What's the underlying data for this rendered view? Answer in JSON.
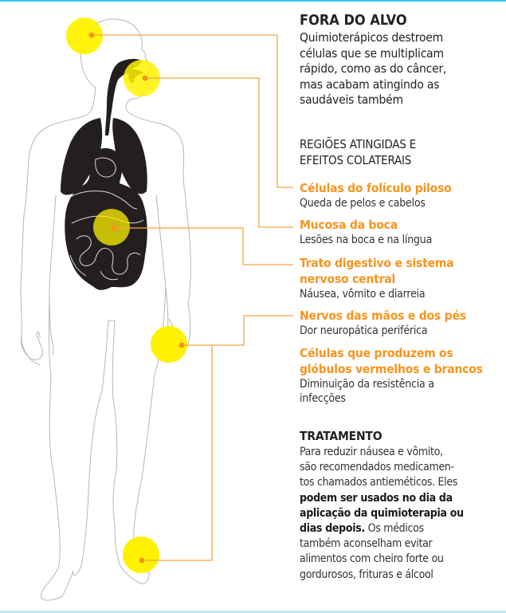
{
  "title": "FORA DO ALVO",
  "intro": "Quimioterápicos destroem células que se multiplicam rápido, como as do câncer, mas acabam atingindo as saudáveis também",
  "intro_lines": [
    "Quimioterápicos destroem",
    "células que se multiplicam",
    "rápido, como as do câncer,",
    "mas acabam atingindo as",
    "saudáveis também"
  ],
  "regions_heading": [
    "REGIÕES ATINGIDAS E",
    "EFEITOS COLATERAIS"
  ],
  "regions": [
    {
      "title": [
        "Células do folículo piloso"
      ],
      "desc": [
        "Queda de pelos e cabelos"
      ],
      "marker": "head"
    },
    {
      "title": [
        "Mucosa da boca"
      ],
      "desc": [
        "Lesões na boca e na língua"
      ],
      "marker": "mouth"
    },
    {
      "title": [
        "Trato digestivo e sistema",
        "nervoso central"
      ],
      "desc": [
        "Náusea, vômito e diarreia"
      ],
      "marker": "abdomen"
    },
    {
      "title": [
        "Nervos das mãos e dos pés"
      ],
      "desc": [
        "Dor neuropática periférica"
      ],
      "marker": "hand-and-foot"
    },
    {
      "title": [
        "Células que produzem os",
        "glóbulos vermelhos e brancos"
      ],
      "desc": [
        "Diminuição da resistência a",
        "infecções"
      ],
      "marker": "none"
    }
  ],
  "treatment": {
    "heading": "TRATAMENTO",
    "lines": [
      {
        "normal": "Para reduzir náusea e vômito,",
        "bold": ""
      },
      {
        "normal": "são recomendados medicamen-",
        "bold": ""
      },
      {
        "normal": "tos chamados antieméticos. Eles",
        "bold": ""
      },
      {
        "normal": "",
        "bold": "podem ser usados no dia da"
      },
      {
        "normal": "",
        "bold": "aplicação da quimioterapia ou"
      },
      {
        "normal": " Os médicos",
        "bold": "dias depois."
      },
      {
        "normal": "também aconselham evitar",
        "bold": ""
      },
      {
        "normal": "alimentos com cheiro forte ou",
        "bold": ""
      },
      {
        "normal": "gordurosos, frituras e álcool",
        "bold": ""
      }
    ]
  },
  "colors": {
    "accent_orange": "#f7941d",
    "highlight_yellow": "#fff200",
    "organs": "#231f20",
    "body_outline": "#b3b3b3",
    "rule_cyan": "#3ec6ea",
    "text": "#222222"
  }
}
